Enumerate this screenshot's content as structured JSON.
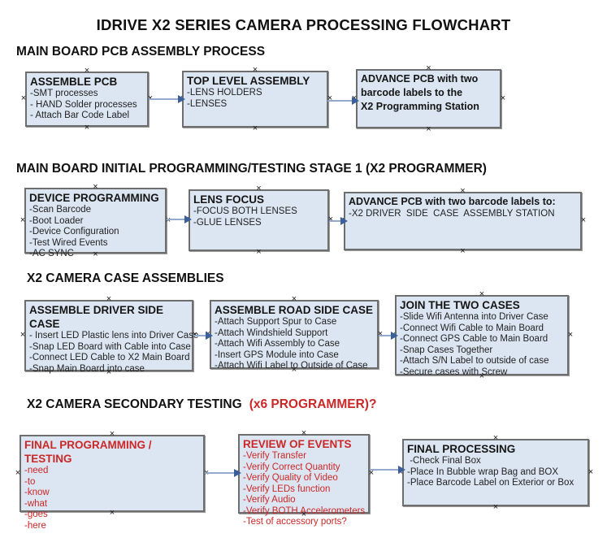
{
  "title": "IDRIVE X2  SERIES CAMERA PROCESSING FLOWCHART",
  "sections": [
    {
      "heading": "MAIN BOARD PCB ASSEMBLY PROCESS"
    },
    {
      "heading": "MAIN BOARD INITIAL PROGRAMMING/TESTING STAGE 1 (X2 PROGRAMMER)"
    },
    {
      "heading": "X2 CAMERA CASE ASSEMBLIES"
    },
    {
      "heading": "X2 CAMERA SECONDARY TESTING",
      "heading_red": "(x6 PROGRAMMER)?"
    }
  ],
  "boxes": {
    "assemble_pcb": {
      "title": "ASSEMBLE PCB",
      "items": [
        "-SMT processes",
        "- HAND Solder processes",
        "- Attach Bar Code Label"
      ]
    },
    "top_level_assembly": {
      "title": "TOP LEVEL ASSEMBLY",
      "items": [
        "-LENS HOLDERS",
        "-LENSES"
      ]
    },
    "advance_pcb_to_programming_station": {
      "title": "ADVANCE PCB with two\nbarcode labels to the\nX2 Programming Station",
      "items": []
    },
    "device_programming": {
      "title": "DEVICE PROGRAMMING",
      "items": [
        "-Scan Barcode",
        "-Boot Loader",
        "-Device Configuration",
        "-Test Wired Events",
        "-AC SYNC"
      ]
    },
    "lens_focus": {
      "title": "LENS FOCUS",
      "items": [
        "-FOCUS BOTH LENSES",
        "-GLUE LENSES"
      ]
    },
    "advance_pcb_to_case_assembly": {
      "title": "ADVANCE PCB with two barcode labels to:",
      "items": [
        "-X2 DRIVER  SIDE  CASE  ASSEMBLY STATION"
      ]
    },
    "assemble_driver_side_case": {
      "title": "ASSEMBLE DRIVER SIDE CASE",
      "items": [
        "- Insert LED Plastic lens into Driver Case",
        "-Snap LED Board with Cable into Case",
        "-Connect LED Cable to X2 Main Board",
        "-Snap Main Board into case"
      ]
    },
    "assemble_road_side_case": {
      "title": "ASSEMBLE ROAD SIDE CASE",
      "items": [
        "-Attach Support Spur to Case",
        "-Attach Windshield Support",
        "-Attach Wifi Assembly to Case",
        "-Insert GPS Module into Case",
        "-Attach Wifi Label to Outside of Case"
      ]
    },
    "join_the_two_cases": {
      "title": "JOIN THE TWO CASES",
      "items": [
        "-Slide Wifi Antenna into Driver Case",
        "-Connect Wifi Cable to Main Board",
        "-Connect GPS Cable to Main Board",
        "-Snap Cases Together",
        "-Attach S/N Label to outside of case",
        "-Secure cases with Screw"
      ]
    },
    "final_programming_testing": {
      "title": "FINAL PROGRAMMING / TESTING",
      "items": [
        "-need",
        "-to",
        "-know",
        "-what",
        "-goes",
        "-here"
      ]
    },
    "review_of_events": {
      "title": "REVIEW OF EVENTS",
      "items": [
        "-Verify Transfer",
        "-Verify Correct Quantity",
        "-Verify Quality of Video",
        "-Verify LEDs function",
        "-Verify Audio",
        "-Verify BOTH Accelerometers",
        "-Test of accessory ports?"
      ]
    },
    "final_processing": {
      "title": "FINAL PROCESSING",
      "items": [
        " -Check Final Box",
        "-Place In Bubble wrap Bag and BOX",
        "-Place Barcode Label on Exterior or Box"
      ]
    }
  },
  "colors": {
    "box_fill": "#dce6f2",
    "box_border": "#6e6e6e",
    "arrow_line": "#92aacb",
    "arrow_head": "#3a5f9b",
    "red_text": "#cc2727"
  }
}
